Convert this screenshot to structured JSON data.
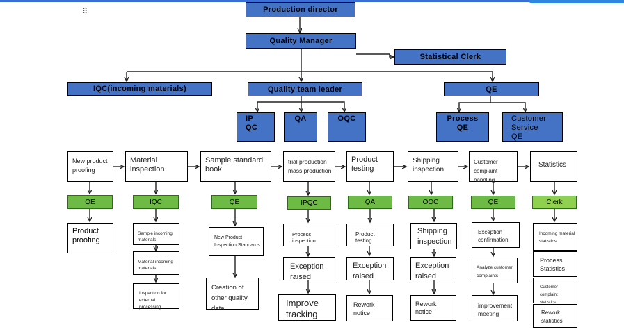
{
  "top": {
    "director": "Production director",
    "manager": "Quality Manager",
    "clerk": "Statistical Clerk",
    "iqc": "IQC(incoming materials)",
    "leader": "Quality team leader",
    "qe": "QE",
    "ipqc": "IP\nQC",
    "qa": "QA",
    "oqc": "OQC",
    "process_qe": "Process\nQE",
    "customer_qe": "Customer\nService\nQE"
  },
  "stages": [
    {
      "label": "New product\nproofing",
      "role": "QE",
      "steps": [
        "Product\nproofing"
      ]
    },
    {
      "label": "Material\ninspection",
      "role": "IQC",
      "steps": [
        "Sample incoming\nmaterials",
        "Material incoming\nmaterials",
        "Inspection for\nexternal processing"
      ]
    },
    {
      "label": "Sample standard\nbook",
      "role": "QE",
      "steps": [
        "New Product\nInspection Standards",
        "Creation of\nother quality data"
      ]
    },
    {
      "label": "trial production\nmass production",
      "role": "IPQC",
      "steps": [
        "Process\ninspection",
        "Exception\nraised",
        "Improve\ntracking"
      ]
    },
    {
      "label": "Product\ntesting",
      "role": "QA",
      "steps": [
        "Product\ntesting",
        "Exception\nraised",
        "Rework\nnotice"
      ]
    },
    {
      "label": "Shipping\ninspection",
      "role": "OQC",
      "steps": [
        "Shipping\ninspection",
        "Exception\nraised",
        "Rework\nnotice"
      ]
    },
    {
      "label": "Customer complaint\nhandling",
      "role": "QE",
      "steps": [
        "Exception\nconfirmation",
        "Analyze customer\ncomplaints",
        "improvement\nmeeting"
      ]
    },
    {
      "label": "Statistics",
      "role": "Clerk",
      "steps": [
        "Incoming material\nstatistics",
        "Process\nStatistics",
        "Customer complaint\nstatistics",
        "Rework\nstatistics"
      ]
    }
  ]
}
